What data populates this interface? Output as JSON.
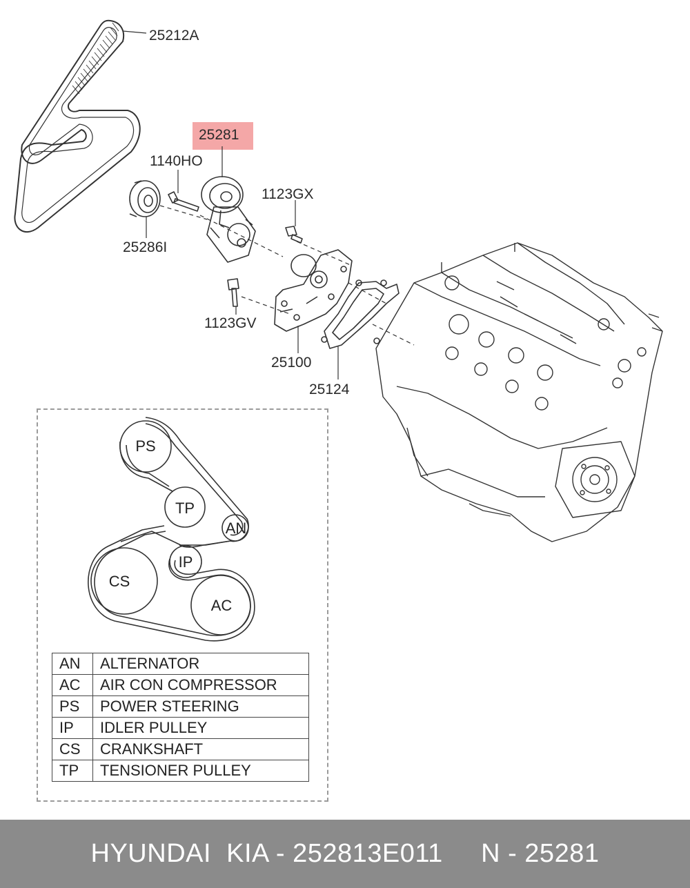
{
  "callouts": [
    {
      "id": "belt",
      "text": "25212A"
    },
    {
      "id": "tensioner",
      "text": "25281"
    },
    {
      "id": "bolt-tensioner",
      "text": "1140HO"
    },
    {
      "id": "bolt-gx",
      "text": "1123GX"
    },
    {
      "id": "idler",
      "text": "25286I"
    },
    {
      "id": "bolt-gv",
      "text": "1123GV"
    },
    {
      "id": "water-pump",
      "text": "25100"
    },
    {
      "id": "gasket",
      "text": "25124"
    }
  ],
  "belt_routing": {
    "pulleys": [
      {
        "code": "PS"
      },
      {
        "code": "TP"
      },
      {
        "code": "AN"
      },
      {
        "code": "IP"
      },
      {
        "code": "CS"
      },
      {
        "code": "AC"
      }
    ]
  },
  "legend": [
    {
      "code": "AN",
      "desc": "ALTERNATOR"
    },
    {
      "code": "AC",
      "desc": "AIR CON COMPRESSOR"
    },
    {
      "code": "PS",
      "desc": "POWER STEERING"
    },
    {
      "code": "IP",
      "desc": "IDLER PULLEY"
    },
    {
      "code": "CS",
      "desc": "CRANKSHAFT"
    },
    {
      "code": "TP",
      "desc": "TENSIONER PULLEY"
    }
  ],
  "footer": {
    "text": "HYUNDAI  KIA - 252813E011     N - 25281"
  },
  "colors": {
    "highlight": "#f08a8a",
    "footer_bg": "#8b8b8b",
    "line": "#333333"
  }
}
